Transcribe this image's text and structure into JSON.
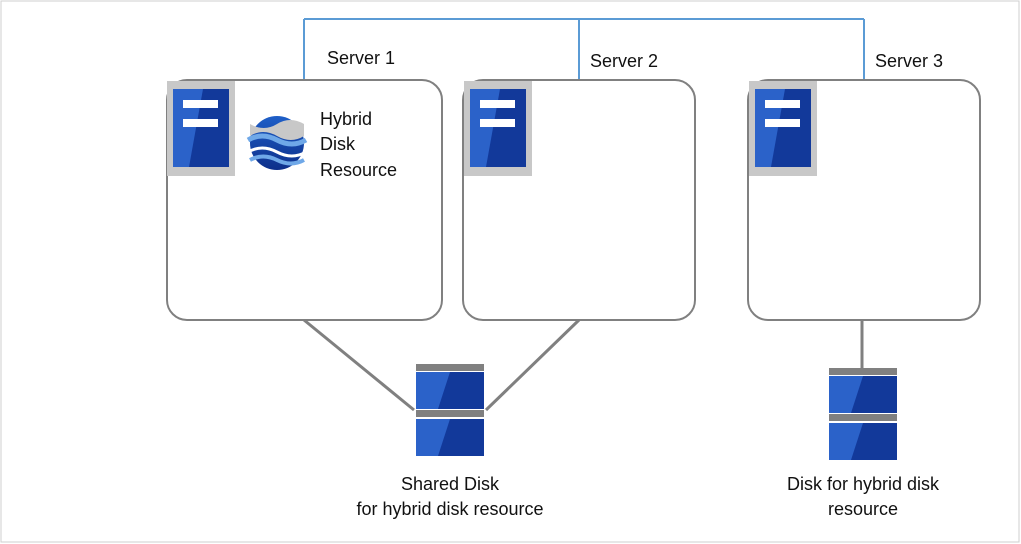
{
  "servers": [
    {
      "name": "Server 1",
      "resource_label": [
        "Hybrid",
        "Disk",
        "Resource"
      ]
    },
    {
      "name": "Server 2"
    },
    {
      "name": "Server 3"
    }
  ],
  "disks": {
    "shared": {
      "label_line1": "Shared Disk",
      "label_line2": "for hybrid disk resource"
    },
    "local": {
      "label_line1": "Disk for hybrid disk",
      "label_line2": "resource"
    }
  },
  "colors": {
    "network_line": "#5b9bd5",
    "server_border": "#808080",
    "disk_connector": "#808080",
    "server_icon_dark": "#12399a",
    "server_icon_light": "#2b62c9",
    "icon_tile": "#c8c8c8"
  },
  "icons": {
    "server": "server-icon",
    "hybrid_disk": "hybrid-disk-resource-icon",
    "disk": "disk-icon"
  }
}
